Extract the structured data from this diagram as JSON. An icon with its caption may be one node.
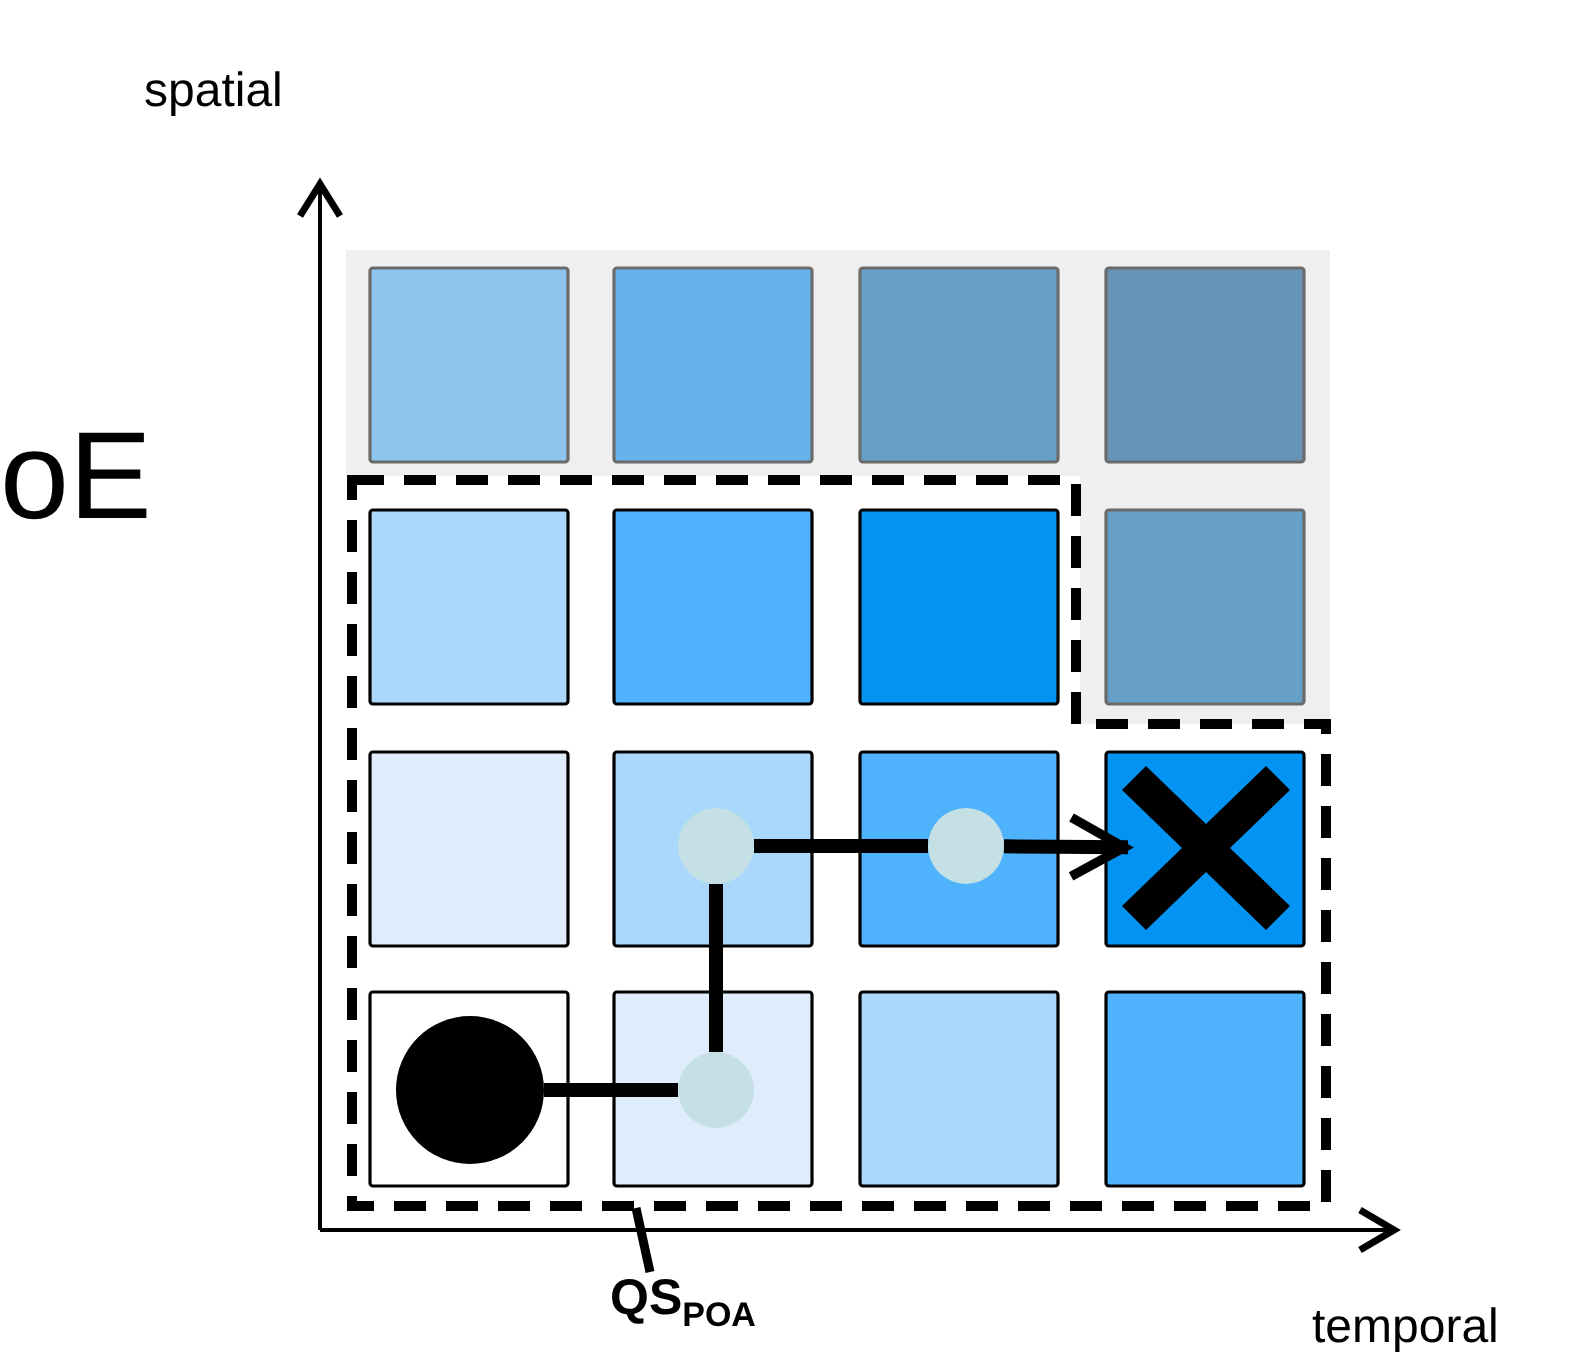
{
  "diagram": {
    "nodes": [
      {
        "text": [],
        "shape": "box"
      },
      {
        "text": [],
        "shape": "circle",
        "in": 0
      },
      {
        "text": [],
        "shape": "circle",
        "in": 0
      },
      {
        "text": [],
        "shape": "circle",
        "in": 0
      },
      {
        "text": [],
        "shape": "circle",
        "in": 0
      },
      {
        "text": [],
        "shape": "cross",
        "in": 0
      },
      {
        "text": [
          "QS$_{POA}$"
        ]
      }
    ],
    "edges": [
      {
        "from": 1,
        "to": 2,
        "arrow": "none"
      },
      {
        "from": 2,
        "to": 3,
        "arrow": "none"
      },
      {
        "from": 3,
        "to": 4,
        "arrow": "none"
      },
      {
        "from": 4,
        "to": 5,
        "arrow": "to"
      },
      {
        "from": 6,
        "to": 0,
        "arrow": "none"
      }
    ],
    "labels": [
      "spatial",
      "oE",
      "temporal"
    ]
  }
}
